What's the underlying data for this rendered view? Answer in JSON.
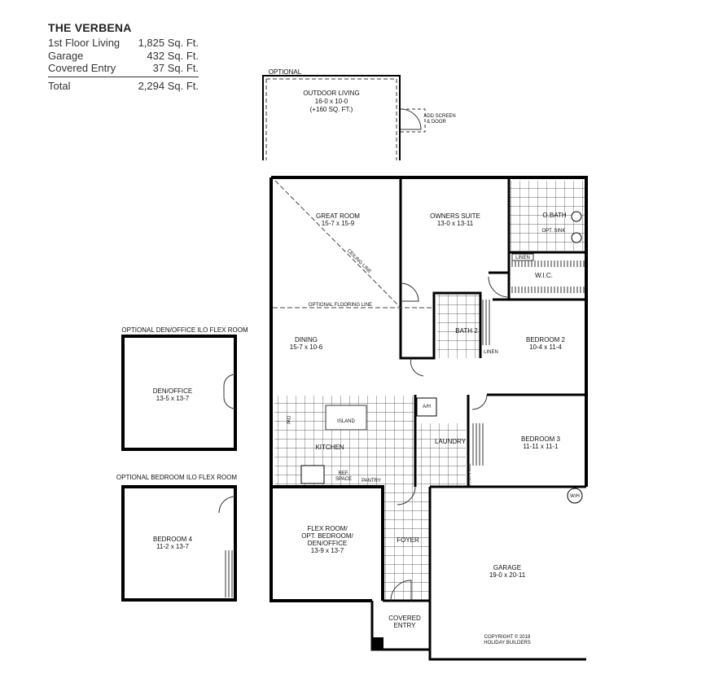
{
  "title": "THE VERBENA",
  "areas": [
    {
      "label": "1st Floor Living",
      "value": "1,825 Sq. Ft."
    },
    {
      "label": "Garage",
      "value": "432 Sq. Ft."
    },
    {
      "label": "Covered Entry",
      "value": "37 Sq. Ft."
    }
  ],
  "total": {
    "label": "Total",
    "value": "2,294 Sq. Ft."
  },
  "outdoor": {
    "optional": "OPTIONAL",
    "name": "OUTDOOR LIVING",
    "dims": "16-0 x 10-0",
    "extra": "(+160 SQ. FT.)",
    "screen1": "ADD SCREEN",
    "screen2": "& DOOR"
  },
  "rooms": {
    "great_room": {
      "name": "GREAT ROOM",
      "dims": "15-7 x 15-9"
    },
    "ceiling_line": "CEILING LINE",
    "flooring_line": "OPTIONAL FLOORING LINE",
    "owners_suite": {
      "name": "OWNERS SUITE",
      "dims": "13-0 x 13-11"
    },
    "obath": "O.BATH",
    "opt_sink": "OPT. SINK",
    "linen": "LINEN",
    "wic": "W.I.C.",
    "bath2": "BATH 2",
    "bedroom2": {
      "name": "BEDROOM 2",
      "dims": "10-4 x 11-4"
    },
    "dining": {
      "name": "DINING",
      "dims": "15-7 x 10-6"
    },
    "dw": "DW",
    "island": "ISLAND",
    "kitchen": "KITCHEN",
    "ref1": "REF.",
    "ref2": "SPACE",
    "pantry": "PANTRY",
    "ah": "A/H",
    "laundry": "LAUNDRY",
    "storage": "STORAGE",
    "bedroom3": {
      "name": "BEDROOM 3",
      "dims": "11-11 x 11-1"
    },
    "wh": "W/H",
    "flex": {
      "l1": "FLEX ROOM/",
      "l2": "OPT. BEDROOM/",
      "l3": "DEN/OFFICE",
      "dims": "13-9 x 13-7"
    },
    "foyer": "FOYER",
    "garage": {
      "name": "GARAGE",
      "dims": "19-0 x 20-11"
    },
    "covered1": "COVERED",
    "covered2": "ENTRY",
    "copyright1": "COPYRIGHT © 2018",
    "copyright2": "HOLIDAY BUILDERS"
  },
  "den_option": {
    "heading": "OPTIONAL DEN/OFFICE ILO FLEX ROOM",
    "name": "DEN/OFFICE",
    "dims": "13-5 x 13-7"
  },
  "bed4_option": {
    "heading": "OPTIONAL BEDROOM ILO FLEX ROOM",
    "name": "BEDROOM 4",
    "dims": "11-2 x 13-7"
  }
}
